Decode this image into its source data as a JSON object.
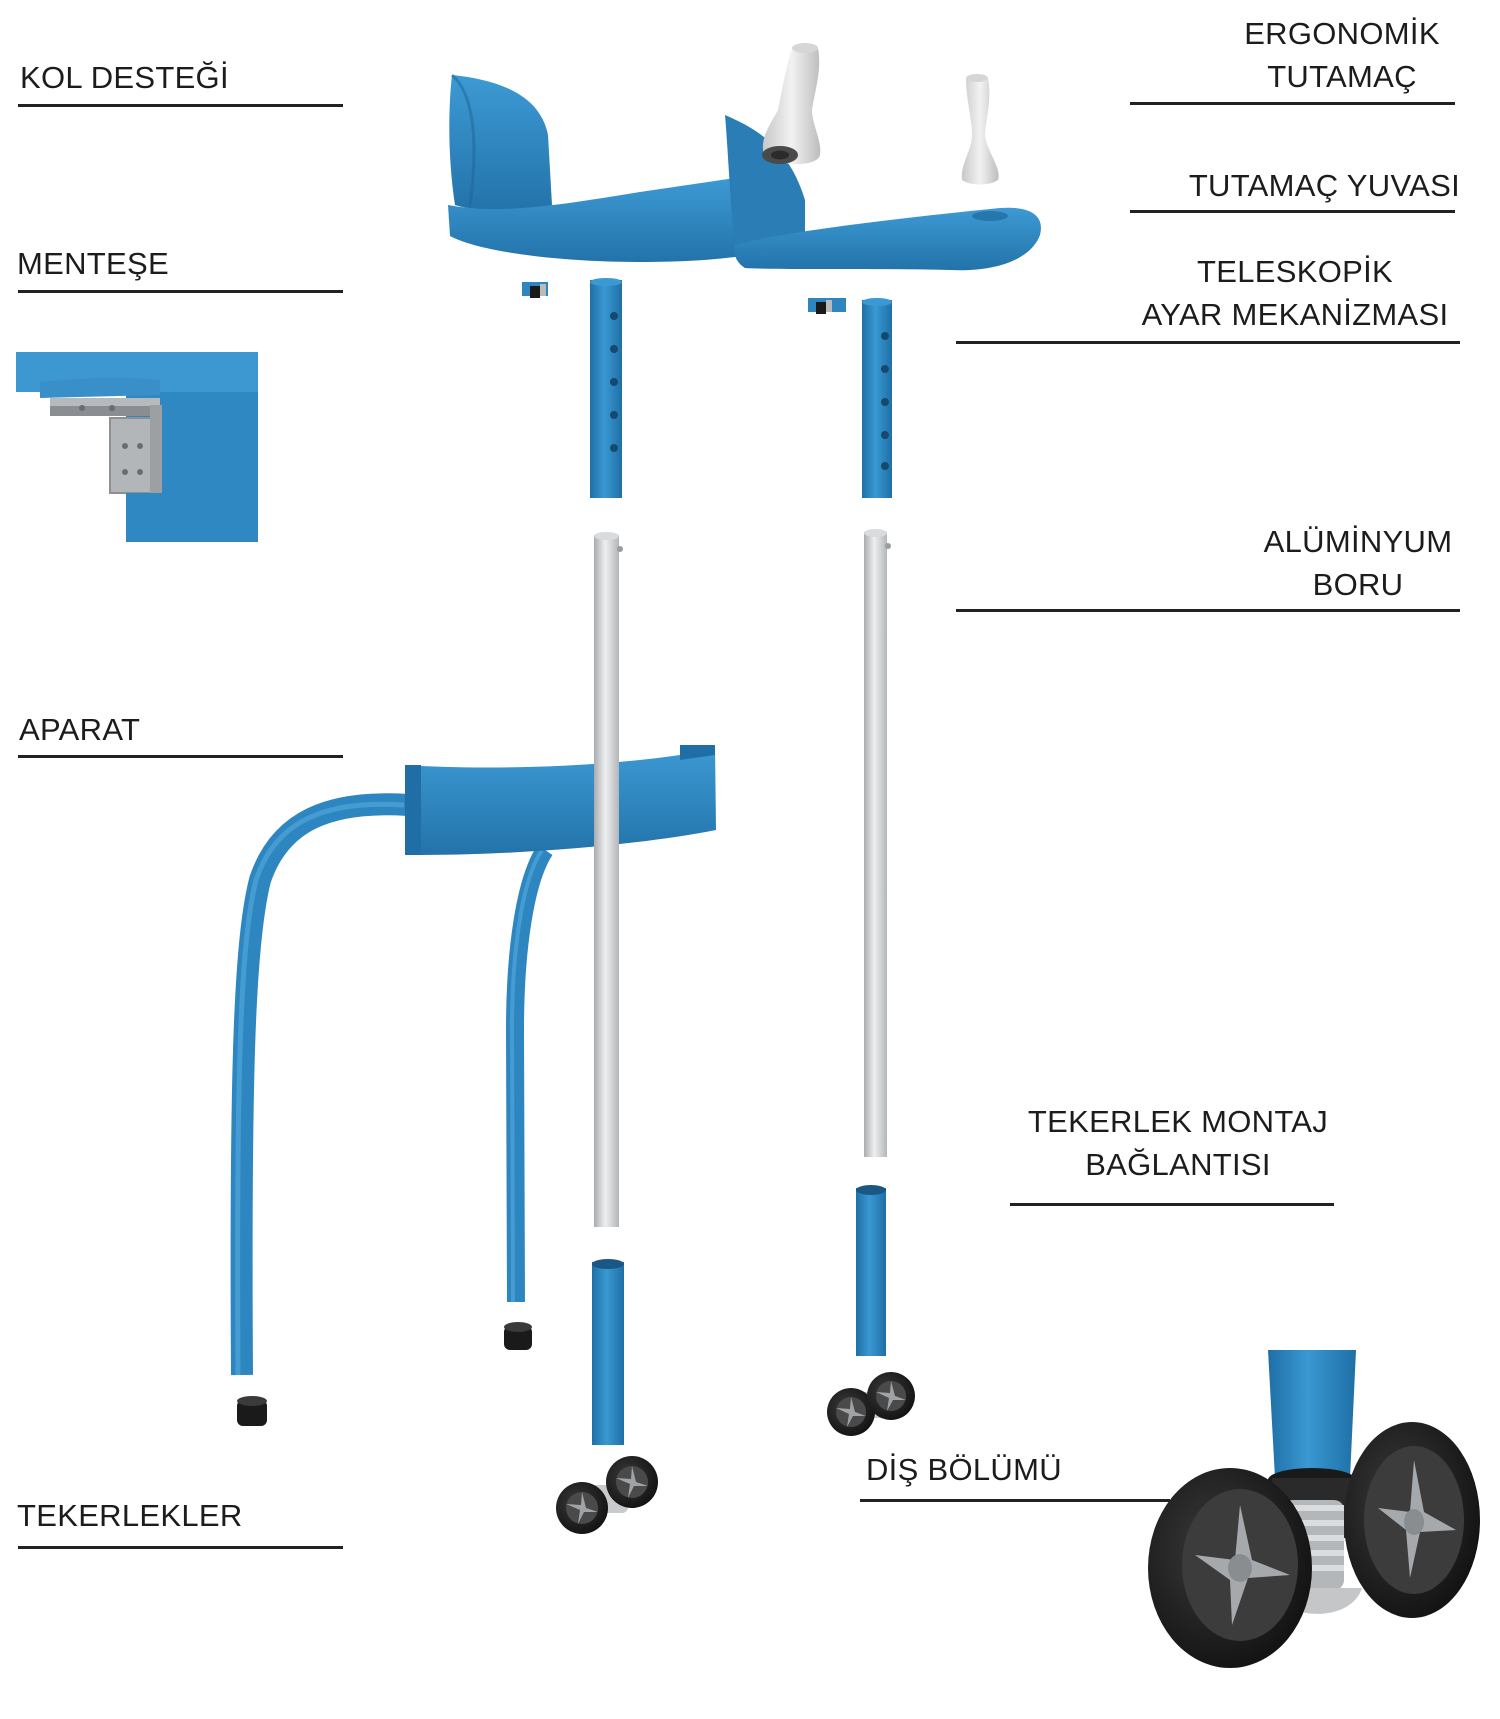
{
  "labels": {
    "kol_destegi": "KOL DESTEĞİ",
    "mentese": "MENTEŞE",
    "aparat": "APARAT",
    "tekerlekler": "TEKERLEKLER",
    "ergonomik_1": "ERGONOMİK",
    "ergonomik_2": "TUTAMAÇ",
    "tutamac_yuvasi": "TUTAMAÇ YUVASI",
    "teleskopik_1": "TELESKOPİK",
    "teleskopik_2": "AYAR MEKANİZMASI",
    "aluminyum_1": "ALÜMİNYUM",
    "aluminyum_2": "BORU",
    "tekerlek_montaj_1": "TEKERLEK MONTAJ",
    "tekerlek_montaj_2": "BAĞLANTISI",
    "dis_bolumu": "DİŞ BÖLÜMÜ"
  },
  "colors": {
    "part_blue": "#2e86c1",
    "part_blue_dark": "#1f6a9e",
    "aluminum": "#d2d4d6",
    "handle_white": "#e2e2e2",
    "rubber_black": "#1a1a1a",
    "rule_line": "#222222"
  }
}
